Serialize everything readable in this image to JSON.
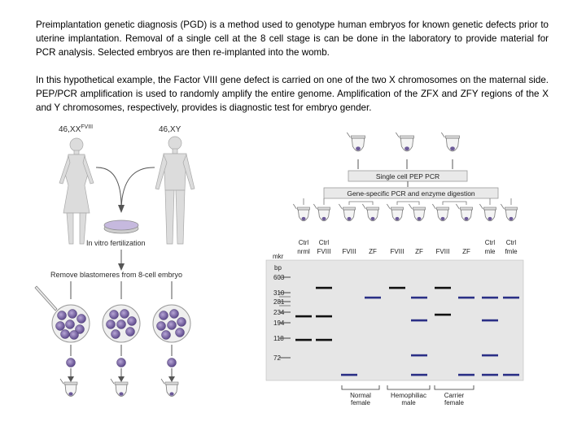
{
  "intro": {
    "paragraph_1": "Preimplantation genetic diagnosis (PGD) is a method used to genotype human embryos for known genetic defects prior to uterine implantation. Removal of a single cell at the 8 cell stage is can be done in the laboratory to provide material for PCR analysis. Selected embryos are then re-implanted into the womb.",
    "paragraph_2": "In this hypothetical example, the Factor VIII gene defect is carried on one of the two X chromosomes on the maternal side. PEP/PCR amplification is used to randomly amplify the entire genome. Amplification of the ZFX and ZFY regions of the X and Y chromosomes, respectively, provides is diagnostic test for embryo gender."
  },
  "figure": {
    "female_karyotype_base": "46,XX",
    "female_karyotype_sup": "FVIII",
    "male_karyotype": "46,XY",
    "ivf_label": "In vitro fertilization",
    "blastomere_label": "Remove blastomeres from 8-cell embryo",
    "single_cell_box": "Single cell PEP PCR",
    "gene_specific_box": "Gene-specific PCR and enzyme digestion",
    "lane_labels": [
      {
        "line1": "Ctrl",
        "line2": "nrml"
      },
      {
        "line1": "Ctrl",
        "line2": "FVIII"
      },
      {
        "line1": "",
        "line2": "FVIII"
      },
      {
        "line1": "",
        "line2": "ZF"
      },
      {
        "line1": "",
        "line2": "FVIII"
      },
      {
        "line1": "",
        "line2": "ZF"
      },
      {
        "line1": "",
        "line2": "FVIII"
      },
      {
        "line1": "",
        "line2": "ZF"
      },
      {
        "line1": "Ctrl",
        "line2": "mle"
      },
      {
        "line1": "Ctrl",
        "line2": "fmle"
      }
    ],
    "marker_label": "mkr",
    "bp_header": "bp",
    "bp_sizes": [
      "603",
      "310",
      "281",
      "234",
      "194",
      "118",
      "72"
    ],
    "groups": [
      {
        "line1": "Normal",
        "line2": "female"
      },
      {
        "line1": "Hemophiliac",
        "line2": "male"
      },
      {
        "line1": "Carrier",
        "line2": "female"
      }
    ],
    "colors": {
      "band_black": "#111111",
      "band_blue": "#2a2f86",
      "gel_bg": "#e6e6e6",
      "cell": "#7e6aa8",
      "box_bg": "#e9e9e9"
    }
  }
}
